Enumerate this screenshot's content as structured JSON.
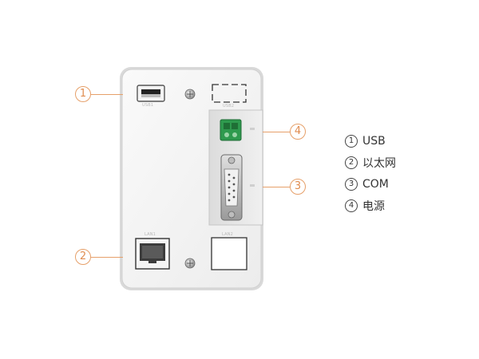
{
  "callouts": [
    {
      "id": "1",
      "num": "1"
    },
    {
      "id": "2",
      "num": "2"
    },
    {
      "id": "3",
      "num": "3"
    },
    {
      "id": "4",
      "num": "4"
    }
  ],
  "port_captions": {
    "usb": "USB1",
    "usb2": "USB2",
    "lan1": "LAN1",
    "lan2": "LAN2"
  },
  "legend": [
    {
      "num": "1",
      "label": "USB"
    },
    {
      "num": "2",
      "label": "以太网"
    },
    {
      "num": "3",
      "label": "COM"
    },
    {
      "num": "4",
      "label": "电源"
    }
  ],
  "colors": {
    "callout": "#e6a06a",
    "panel": "#f4f4f4",
    "connector_green": "#2e9a4e"
  }
}
